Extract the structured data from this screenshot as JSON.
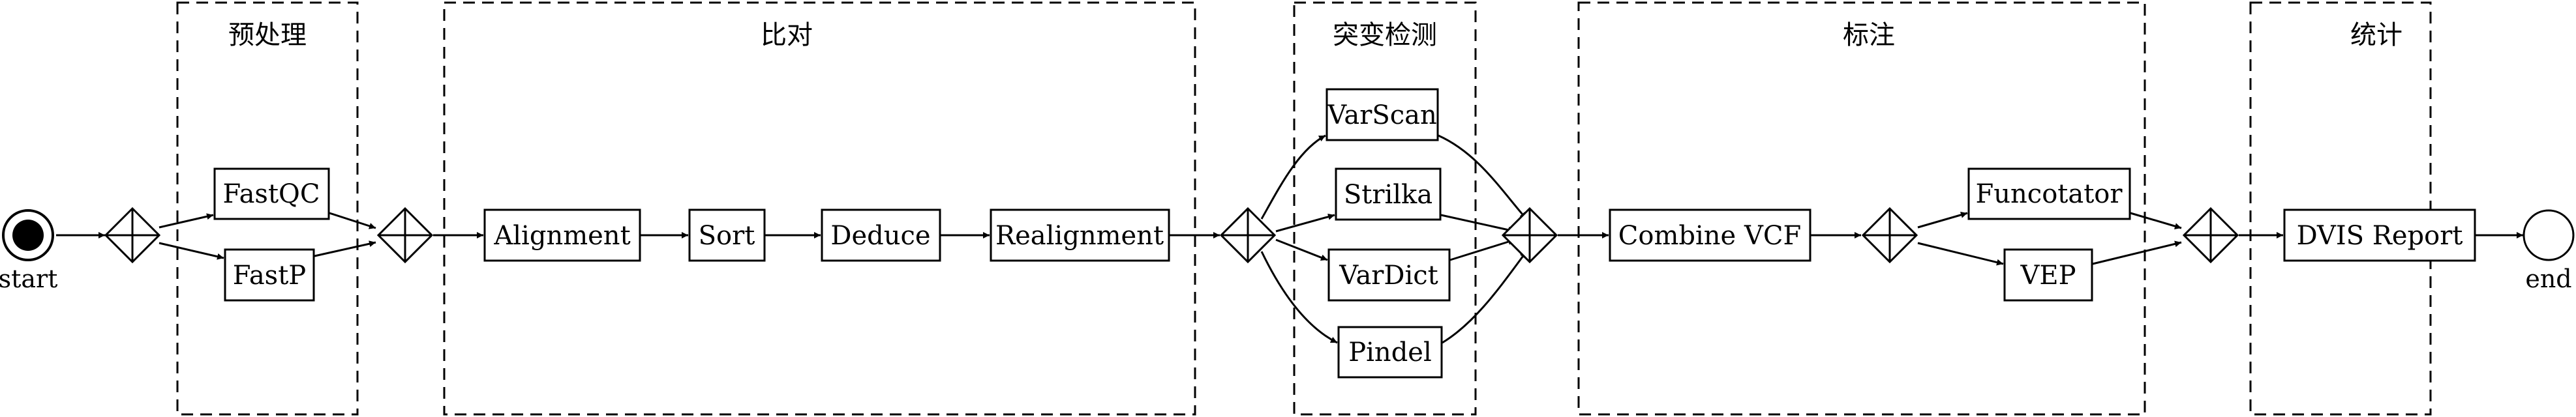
{
  "stages": [
    {
      "id": "preprocess",
      "title": "预处理"
    },
    {
      "id": "align",
      "title": "比对"
    },
    {
      "id": "mutation",
      "title": "突变检测"
    },
    {
      "id": "annotate",
      "title": "标注"
    },
    {
      "id": "stats",
      "title": "统计"
    }
  ],
  "events": {
    "start": "start",
    "end": "end"
  },
  "tasks": {
    "fastqc": "FastQC",
    "fastp": "FastP",
    "alignment": "Alignment",
    "sort": "Sort",
    "deduce": "Deduce",
    "realignment": "Realignment",
    "varscan": "VarScan",
    "strilka": "Strilka",
    "vardict": "VarDict",
    "pindel": "Pindel",
    "combine_vcf": "Combine VCF",
    "funcotator": "Funcotator",
    "vep": "VEP",
    "dvis_report": "DVIS Report"
  },
  "colors": {
    "stroke": "#000000",
    "fill": "#ffffff",
    "start_dot": "#000000"
  }
}
